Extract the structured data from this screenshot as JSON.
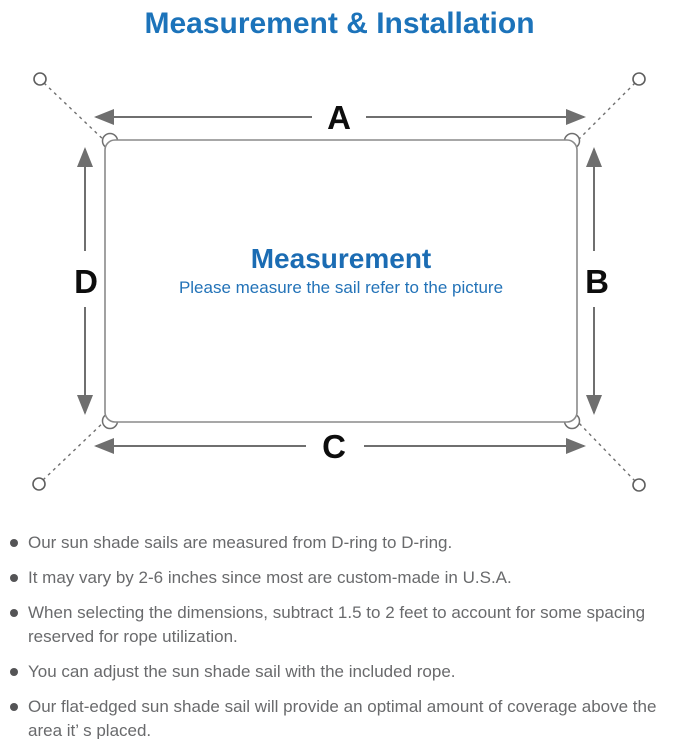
{
  "title": "Measurement & Installation",
  "diagram": {
    "side_labels": {
      "a": "A",
      "b": "B",
      "c": "C",
      "d": "D"
    },
    "center_title": "Measurement",
    "center_subtitle": "Please measure the sail refer to the picture"
  },
  "notes": [
    "Our sun shade sails are measured from D-ring to D-ring.",
    "It may vary by 2-6 inches since most are custom-made in U.S.A.",
    "When selecting the dimensions, subtract 1.5 to 2 feet to account for some spacing reserved for rope utilization.",
    "You can adjust the sun shade sail with the included rope.",
    "Our flat-edged sun shade sail will provide an optimal amount of coverage above the area it’ s placed."
  ],
  "colors": {
    "accent_blue": "#1c73ba",
    "center_text_blue": "#1b6cb3",
    "line_gray": "#8a8a8a",
    "arrow_gray": "#6f6f6f",
    "note_text_gray": "#696a6c"
  }
}
